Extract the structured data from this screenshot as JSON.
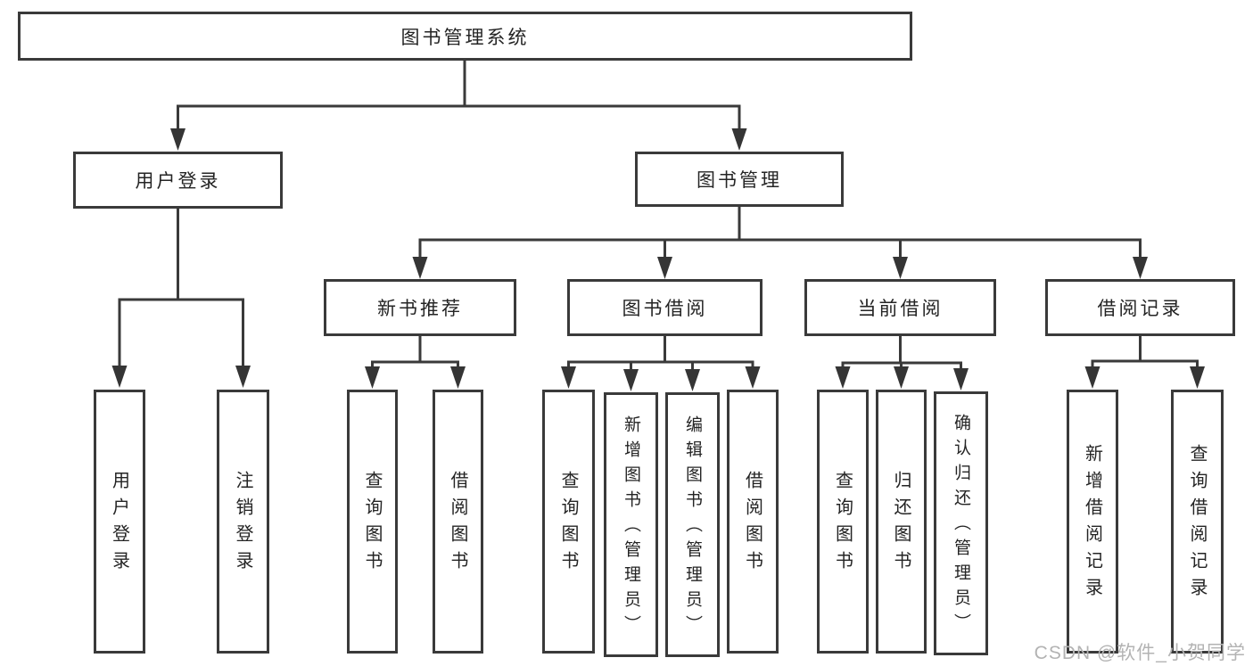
{
  "diagram": {
    "root": "图书管理系统",
    "user_login": {
      "label": "用户登录",
      "children": [
        "用户登录",
        "注销登录"
      ]
    },
    "book_mgmt": {
      "label": "图书管理",
      "new_books": {
        "label": "新书推荐",
        "children": [
          "查询图书",
          "借阅图书"
        ]
      },
      "book_borrow": {
        "label": "图书借阅",
        "children": [
          "查询图书",
          "新增图书（管理员）",
          "编辑图书（管理员）",
          "借阅图书"
        ]
      },
      "current_borrow": {
        "label": "当前借阅",
        "children": [
          "查询图书",
          "归还图书",
          "确认归还（管理员）"
        ]
      },
      "borrow_records": {
        "label": "借阅记录",
        "children": [
          "新增借阅记录",
          "查询借阅记录"
        ]
      }
    }
  },
  "watermark": "CSDN @软件_小贺同学",
  "colors": {
    "line": "#3a3a3a",
    "text": "#242424",
    "watermark": "#b3b3b3",
    "background": "#ffffff"
  }
}
